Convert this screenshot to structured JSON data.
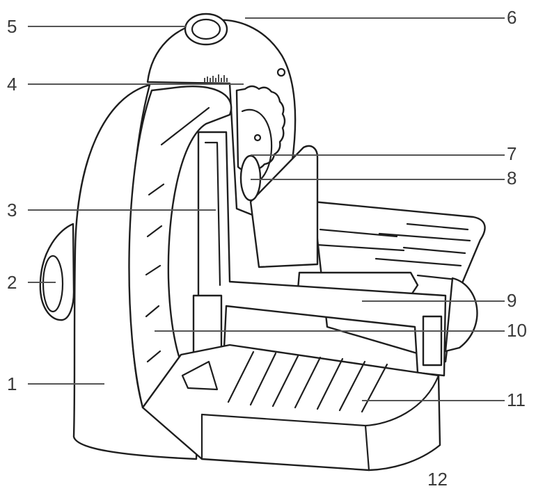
{
  "diagram": {
    "labels": [
      {
        "id": "1",
        "text": "1"
      },
      {
        "id": "2",
        "text": "2"
      },
      {
        "id": "3",
        "text": "3"
      },
      {
        "id": "4",
        "text": "4"
      },
      {
        "id": "5",
        "text": "5"
      },
      {
        "id": "6",
        "text": "6"
      },
      {
        "id": "7",
        "text": "7"
      },
      {
        "id": "8",
        "text": "8"
      },
      {
        "id": "9",
        "text": "9"
      },
      {
        "id": "10",
        "text": "10"
      },
      {
        "id": "11",
        "text": "11"
      }
    ],
    "page_number": "12",
    "colors": {
      "line": "#1e1e1e",
      "leader": "#555555",
      "text": "#3a3a3a",
      "background": "#ffffff"
    }
  }
}
